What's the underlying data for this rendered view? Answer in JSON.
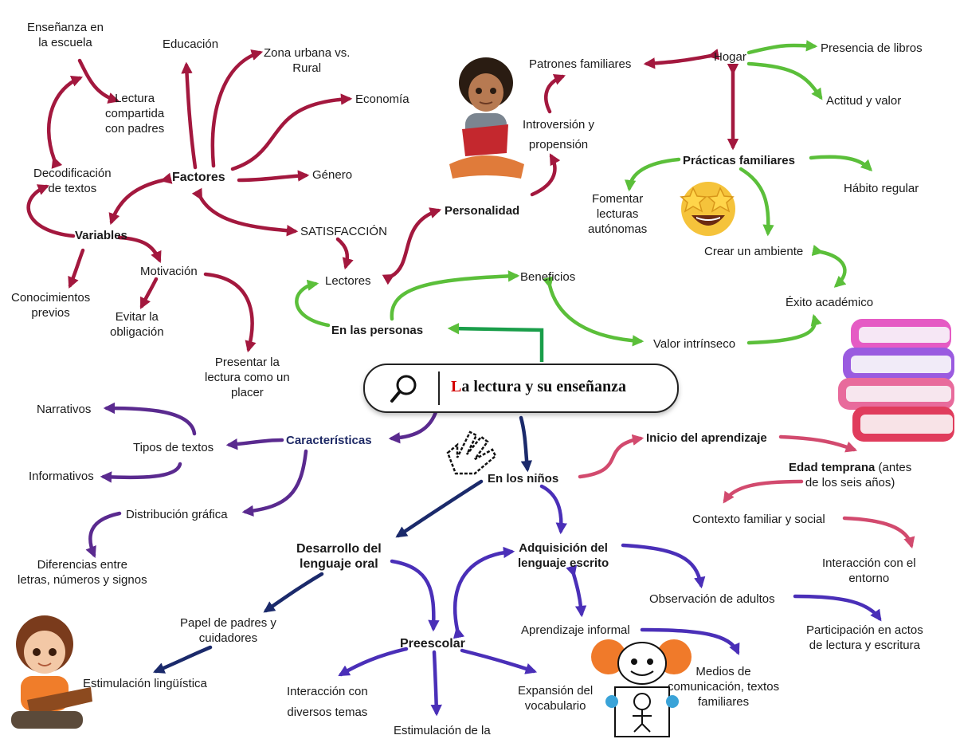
{
  "title": {
    "first_letter": "L",
    "rest": "a lectura y su enseñanza"
  },
  "nodes": {
    "ensenanza_escuela": "Enseñanza en\nla escuela",
    "educacion": "Educación",
    "zona": "Zona urbana vs.\nRural",
    "economia": "Economía",
    "lectura_compartida": "Lectura\ncompartida\ncon padres",
    "decodificacion": "Decodificación\nde textos",
    "factores": "Factores",
    "genero": "Género",
    "variables": "Variables",
    "satisfaccion": "SATISFACCIÓN",
    "conocimientos": "Conocimientos\nprevios",
    "motivacion": "Motivación",
    "evitar": "Evitar la\nobligación",
    "presentar": "Presentar la\nlectura como un\nplacer",
    "lectores": "Lectores",
    "personalidad": "Personalidad",
    "introversion": "Introversión y\npropensión",
    "patrones": "Patrones familiares",
    "hogar": "Hogar",
    "presencia": "Presencia de libros",
    "actitud": "Actitud y valor",
    "practicas": "Prácticas familiares",
    "habito": "Hábito regular",
    "fomentar": "Fomentar\nlecturas\nautónomas",
    "crear": "Crear un ambiente",
    "exito": "Éxito académico",
    "beneficios": "Beneficios",
    "en_personas": "En las personas",
    "valor": "Valor intrínseco",
    "narrativos": "Narrativos",
    "tipos": "Tipos de textos",
    "caracteristicas": "Características",
    "informativos": "Informativos",
    "distribucion": "Distribución gráfica",
    "diferencias": "Diferencias entre\nletras, números y signos",
    "inicio": "Inicio del aprendizaje",
    "en_ninos": "En los niños",
    "edad_bold": "Edad temprana",
    "edad_rest": " (antes\nde los seis años)",
    "contexto": "Contexto familiar y social",
    "interaccion_entorno": "Interacción con el\nentorno",
    "desarrollo": "Desarrollo del\nlenguaje oral",
    "adquisicion": "Adquisición del\nlenguaje escrito",
    "observacion": "Observación de adultos",
    "participacion": "Participación en actos\nde lectura y escritura",
    "papel": "Papel de padres y\ncuidadores",
    "aprendizaje_informal": "Aprendizaje informal",
    "medios": "Medios de\ncomunicación, textos\nfamiliares",
    "preescolar": "Preescolar",
    "estimulacion_ling": "Estimulación lingüística",
    "interaccion_temas": "Interacción con\ndiversos temas",
    "expansion": "Expansión del\nvocabulario",
    "estimulacion_la": "Estimulación de la"
  },
  "colors": {
    "maroon": "#a3183e",
    "green": "#5bbf3a",
    "purple": "#5a2a8f",
    "navy": "#1b2a6b",
    "indigo": "#4a2fb8",
    "pink": "#d24a6e",
    "title_accent": "#d40000"
  },
  "icons": [
    "search-icon",
    "pointer-hand-icon",
    "girl-reading-icon",
    "star-eyes-emoji-icon",
    "books-stack-icon",
    "child-reading-icon",
    "kid-drawing-icon"
  ]
}
